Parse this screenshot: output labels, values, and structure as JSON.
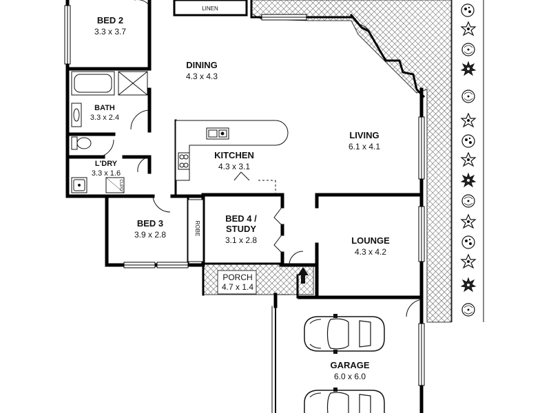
{
  "plan": {
    "rooms": [
      {
        "id": "bed2",
        "name": "BED 2",
        "size": "3.3 x 3.7"
      },
      {
        "id": "dining",
        "name": "DINING",
        "size": "4.3 x 4.3"
      },
      {
        "id": "bath",
        "name": "BATH",
        "size": "3.3 x 2.4"
      },
      {
        "id": "living",
        "name": "LIVING",
        "size": "6.1 x 4.1"
      },
      {
        "id": "kitchen",
        "name": "KITCHEN",
        "size": "4.3 x 3.1"
      },
      {
        "id": "ldry",
        "name": "L'DRY",
        "size": "3.3 x 1.6"
      },
      {
        "id": "bed3",
        "name": "BED 3",
        "size": "3.9 x 2.8"
      },
      {
        "id": "bed4",
        "name": "BED 4 /",
        "name2": "STUDY",
        "size": "3.1 x 2.8"
      },
      {
        "id": "lounge",
        "name": "LOUNGE",
        "size": "4.3 x 4.2"
      },
      {
        "id": "porch",
        "name": "PORCH",
        "size": "4.7 x 1.4"
      },
      {
        "id": "garage",
        "name": "GARAGE",
        "size": "6.0 x 6.0"
      }
    ],
    "fixtures": {
      "linen": "LINEN",
      "robe": "ROBE",
      "cupd": "CUPD"
    },
    "colors": {
      "wall": "#000000",
      "line": "#222222",
      "hatch": "#555555",
      "plant_fill": "#ffffff"
    },
    "icons": [
      "car-icon",
      "plant-icon",
      "sink-icon",
      "stove-icon",
      "toilet-icon",
      "bathtub-icon",
      "shower-icon",
      "entry-arrow-icon"
    ]
  }
}
